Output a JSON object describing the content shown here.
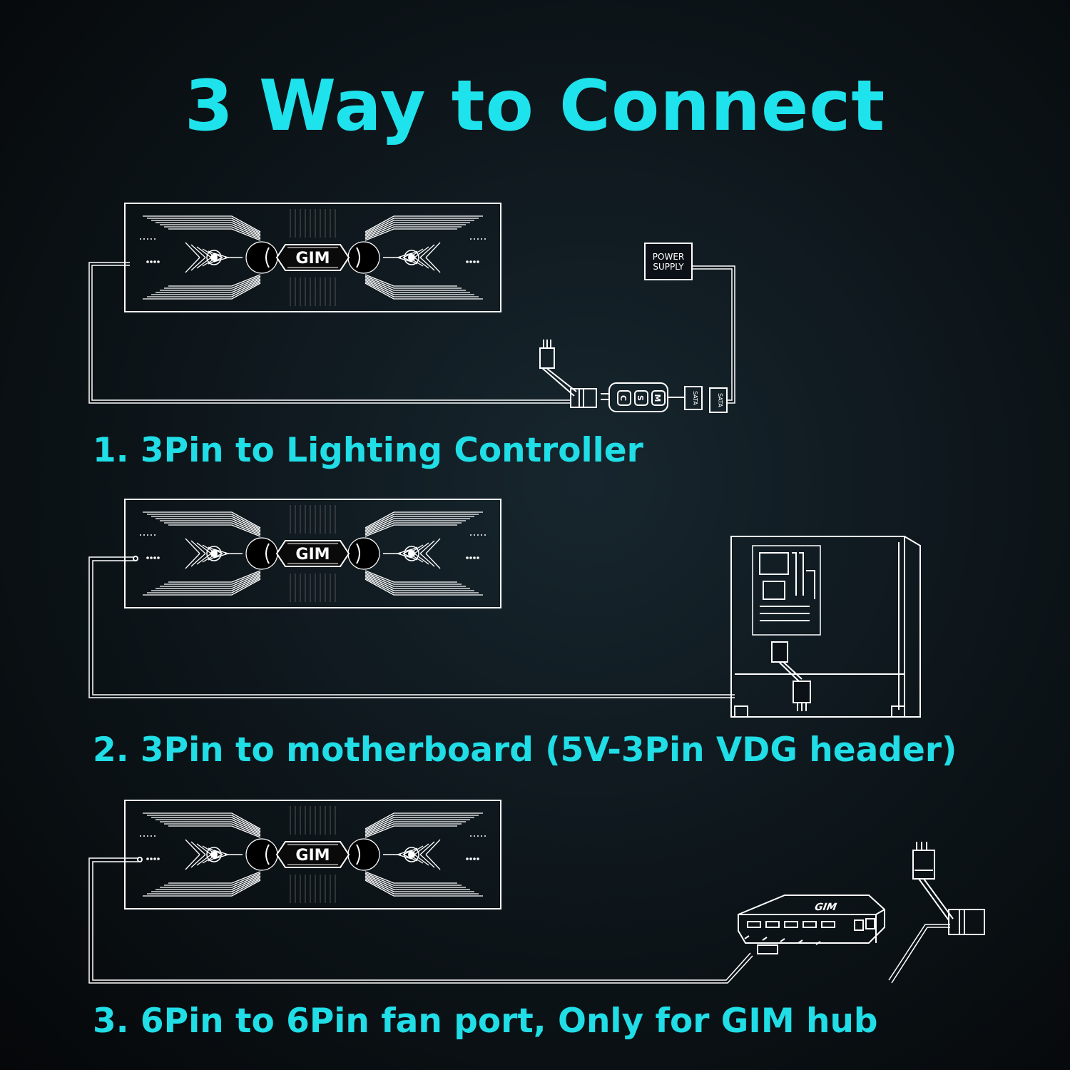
{
  "title": "3 Way to Connect",
  "methods": [
    {
      "caption": "1. 3Pin to Lighting Controller"
    },
    {
      "caption": "2. 3Pin to motherboard (5V-3Pin VDG  header)"
    },
    {
      "caption": "3. 6Pin to 6Pin fan port, Only for GIM hub"
    }
  ],
  "panel_logo": "GIM",
  "hub_logo": "GIM",
  "power_supply_label_1": "POWER",
  "power_supply_label_2": "SUPPLY",
  "controller_buttons": [
    "C",
    "S",
    "M"
  ],
  "sata_label": "SATA",
  "colors": {
    "accent": "#1fe3ec",
    "line": "#ffffff",
    "background": "#0e171c"
  }
}
